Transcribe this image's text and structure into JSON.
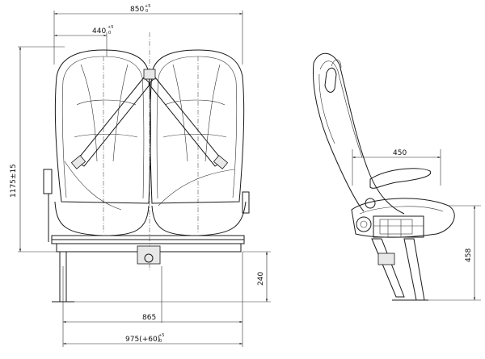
{
  "front_view": {
    "dim_overall_width": {
      "value": "850",
      "tol_top": "+5",
      "tol_bot": "0"
    },
    "dim_seat_width": {
      "value": "440",
      "tol_top": "+5",
      "tol_bot": "0"
    },
    "dim_height": {
      "value": "1175±15"
    },
    "dim_rail_span": {
      "value": "865"
    },
    "dim_frame_width": {
      "value": "975(+60)",
      "tol_top": "+5",
      "tol_bot": "0"
    },
    "dim_leg_height": {
      "value": "240"
    }
  },
  "side_view": {
    "dim_armrest_reach": {
      "value": "450"
    },
    "dim_seat_height": {
      "value": "458"
    }
  }
}
